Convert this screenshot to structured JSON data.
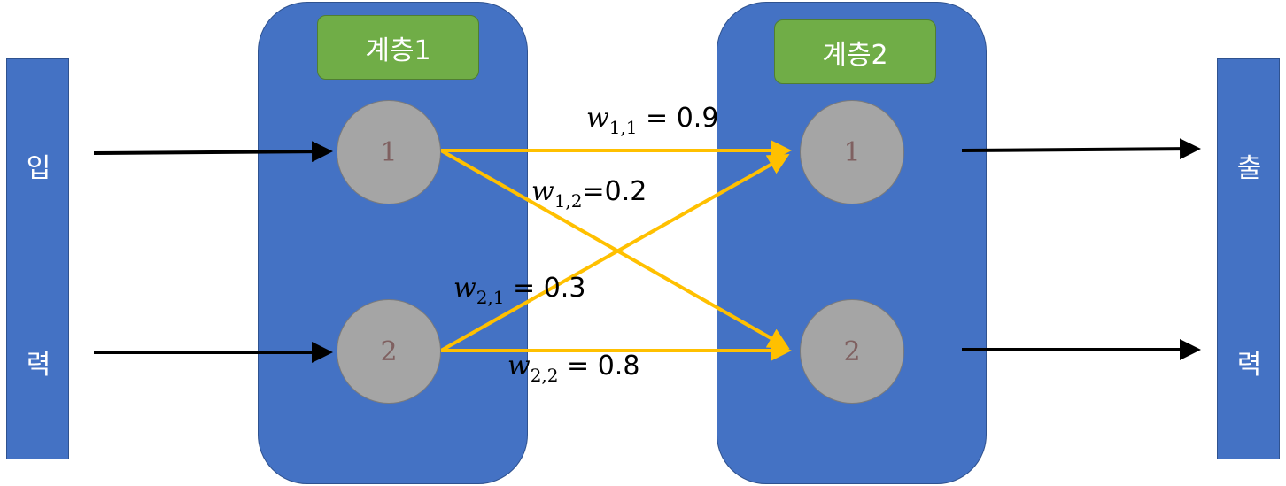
{
  "input_bar": {
    "top_char": "입",
    "bottom_char": "력"
  },
  "output_bar": {
    "top_char": "출",
    "bottom_char": "력"
  },
  "layers": [
    {
      "label": "계층1",
      "nodes": [
        "1",
        "2"
      ]
    },
    {
      "label": "계층2",
      "nodes": [
        "1",
        "2"
      ]
    }
  ],
  "weights": [
    {
      "symbol": "w",
      "subscript": "1,1",
      "text": "= 0.9"
    },
    {
      "symbol": "w",
      "subscript": "1,2",
      "text": "=0.2"
    },
    {
      "symbol": "w",
      "subscript": "2,1",
      "text": "= 0.3"
    },
    {
      "symbol": "w",
      "subscript": "2,2",
      "text": "= 0.8"
    }
  ],
  "colors": {
    "box_fill": "#4472C4",
    "label_fill": "#70AD47",
    "node_fill": "#A5A5A5",
    "weight_arrow": "#FFC000",
    "io_arrow": "#000000"
  }
}
